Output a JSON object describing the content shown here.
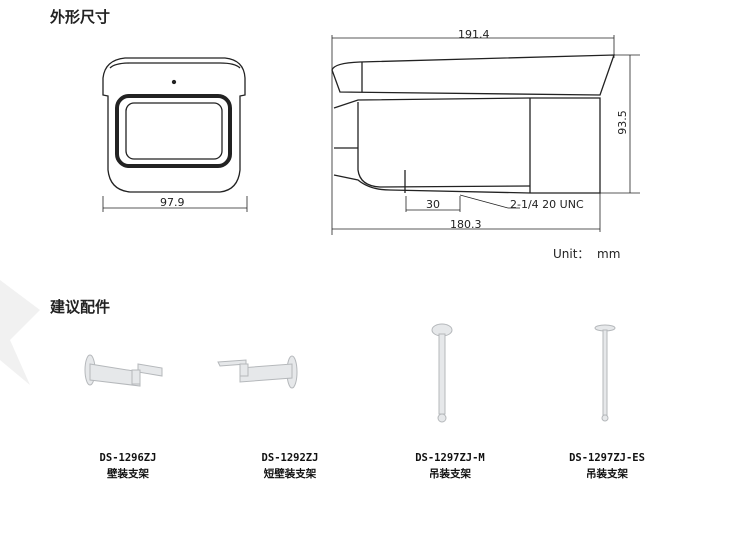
{
  "sections": {
    "dimensions_title": "外形尺寸",
    "accessories_title": "建议配件"
  },
  "dimensions": {
    "front_width": "97.9",
    "side_length": "191.4",
    "height": "93.5",
    "body_length": "180.3",
    "mount_offset": "30",
    "thread": "2-1/4 20 UNC",
    "unit": "Unit：  mm"
  },
  "accessories": [
    {
      "model": "DS-1296ZJ",
      "name": "壁装支架"
    },
    {
      "model": "DS-1292ZJ",
      "name": "短壁装支架"
    },
    {
      "model": "DS-1297ZJ-M",
      "name": "吊装支架"
    },
    {
      "model": "DS-1297ZJ-ES",
      "name": "吊装支架"
    }
  ]
}
